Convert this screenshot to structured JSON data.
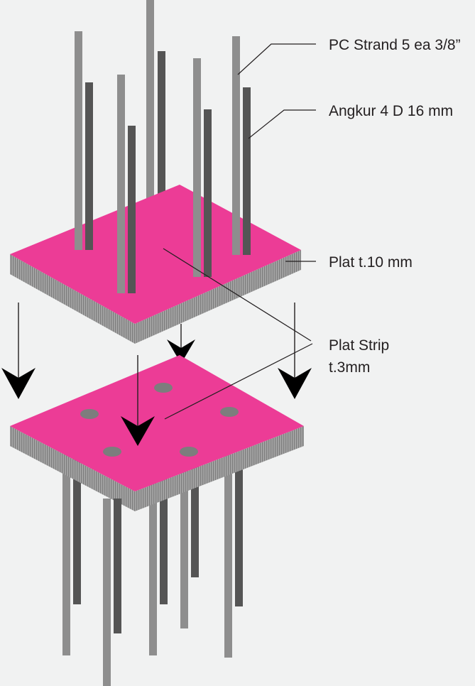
{
  "labels": {
    "pc_strand": "PC Strand 5 ea 3/8”",
    "angkur": "Angkur 4 D 16 mm",
    "plat_thick": "Plat t.10 mm",
    "plat_strip_line1": "Plat Strip",
    "plat_strip_line2": "t.3mm"
  },
  "colors": {
    "background": "#f1f2f2",
    "plate_top": "#ec3c96",
    "plate_edge": "#9b9b9b",
    "strand": "#8e8e8e",
    "anchor": "#555555",
    "hole": "#7d7d7d",
    "line": "#231f20"
  },
  "icons": {
    "arrow": "down-arrow-icon"
  }
}
